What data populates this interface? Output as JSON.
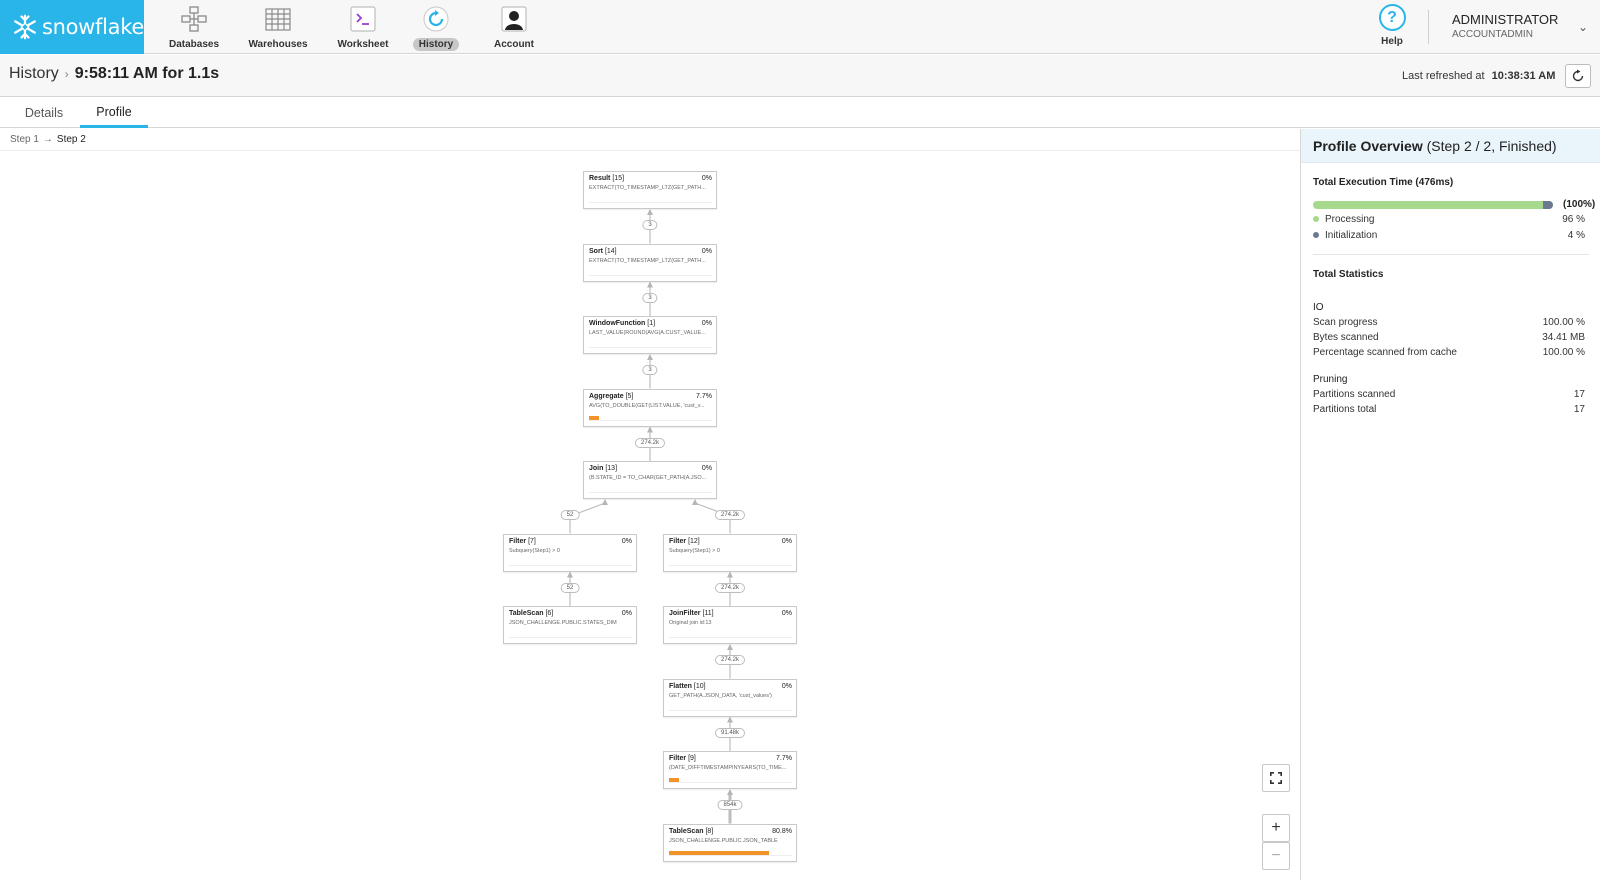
{
  "nav": {
    "logo_text": "snowflake",
    "items": [
      {
        "label": "Databases",
        "icon": "databases-icon"
      },
      {
        "label": "Warehouses",
        "icon": "warehouses-icon"
      },
      {
        "label": "Worksheet",
        "icon": "worksheet-icon"
      },
      {
        "label": "History",
        "icon": "history-icon",
        "active": true
      },
      {
        "label": "Account",
        "icon": "account-icon"
      }
    ],
    "help_label": "Help",
    "help_glyph": "?",
    "user_name": "ADMINISTRATOR",
    "user_role": "ACCOUNTADMIN"
  },
  "header": {
    "breadcrumb_root": "History",
    "title": "9:58:11 AM for 1.1s",
    "last_refreshed_label": "Last refreshed at",
    "last_refreshed_time": "10:38:31 AM"
  },
  "tabs": [
    {
      "label": "Details"
    },
    {
      "label": "Profile",
      "active": true
    }
  ],
  "steps": {
    "prev": "Step 1",
    "current": "Step 2"
  },
  "graph": {
    "nodes": [
      {
        "name": "Result",
        "id": "[15]",
        "pct": "0%",
        "desc": "EXTRACT(TO_TIMESTAMP_LTZ(GET_PATH..."
      },
      {
        "name": "Sort",
        "id": "[14]",
        "pct": "0%",
        "desc": "EXTRACT(TO_TIMESTAMP_LTZ(GET_PATH..."
      },
      {
        "name": "WindowFunction",
        "id": "[1]",
        "pct": "0%",
        "desc": "LAST_VALUE(ROUND(AVG(A.CUST_VALUE..."
      },
      {
        "name": "Aggregate",
        "id": "[5]",
        "pct": "7.7%",
        "desc": "AVG(TO_DOUBLE(GET(LIST.VALUE, 'cust_v...",
        "bar": 0.077
      },
      {
        "name": "Join",
        "id": "[13]",
        "pct": "0%",
        "desc": "(B.STATE_ID = TO_CHAR(GET_PATH(A.JSO..."
      },
      {
        "name": "Filter",
        "id": "[7]",
        "pct": "0%",
        "desc": "Subquery(Step1) > 0"
      },
      {
        "name": "Filter",
        "id": "[12]",
        "pct": "0%",
        "desc": "Subquery(Step1) > 0"
      },
      {
        "name": "TableScan",
        "id": "[6]",
        "pct": "0%",
        "desc": "JSON_CHALLENGE.PUBLIC.STATES_DIM"
      },
      {
        "name": "JoinFilter",
        "id": "[11]",
        "pct": "0%",
        "desc": "Original join id:13"
      },
      {
        "name": "Flatten",
        "id": "[10]",
        "pct": "0%",
        "desc": "GET_PATH(A.JSON_DATA, 'cust_values')"
      },
      {
        "name": "Filter",
        "id": "[9]",
        "pct": "7.7%",
        "desc": "(DATE_DIFFTIMESTAMPINYEARS(TO_TIME...",
        "bar": 0.077
      },
      {
        "name": "TableScan",
        "id": "[8]",
        "pct": "80.8%",
        "desc": "JSON_CHALLENGE.PUBLIC.JSON_TABLE",
        "bar": 0.808
      }
    ],
    "edges": [
      "3",
      "3",
      "3",
      "274.2k",
      "52",
      "274.2k",
      "52",
      "274.2k",
      "274.2k",
      "91.48k",
      "854k"
    ],
    "zoom_in": "+",
    "zoom_out": "−"
  },
  "panel": {
    "title": "Profile Overview",
    "title_suffix": "(Step 2 / 2, Finished)",
    "exec_title": "Total Execution Time (476ms)",
    "exec_pct": "(100%)",
    "processing_label": "Processing",
    "processing_value": "96 %",
    "processing_fraction": 0.96,
    "init_label": "Initialization",
    "init_value": "4 %",
    "stats_title": "Total Statistics",
    "io_title": "IO",
    "io": [
      {
        "label": "Scan progress",
        "value": "100.00 %"
      },
      {
        "label": "Bytes scanned",
        "value": "34.41 MB"
      },
      {
        "label": "Percentage scanned from cache",
        "value": "100.00 %"
      }
    ],
    "pruning_title": "Pruning",
    "pruning": [
      {
        "label": "Partitions scanned",
        "value": "17"
      },
      {
        "label": "Partitions total",
        "value": "17"
      }
    ]
  },
  "colors": {
    "brand": "#29b5e8",
    "processing": "#a6d98c",
    "initialization": "#6b7a90",
    "node_bar": "#f3932a"
  }
}
